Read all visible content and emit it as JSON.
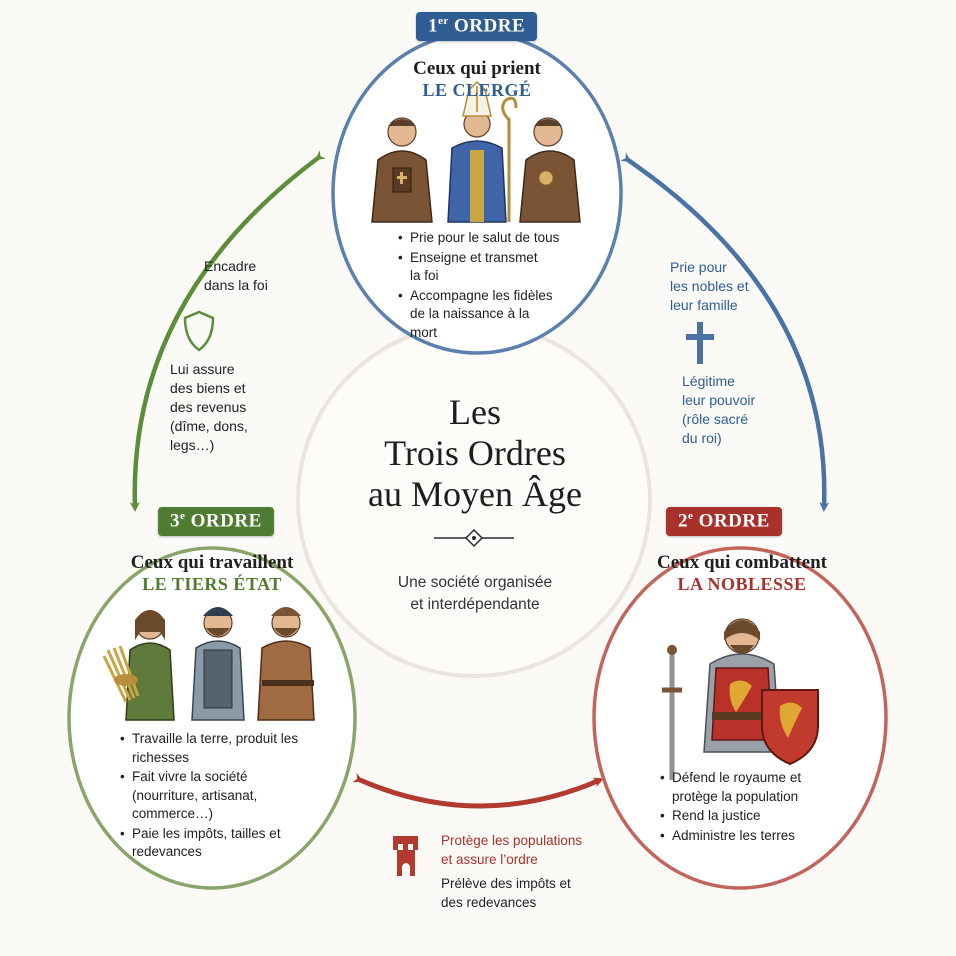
{
  "title_lines": [
    "Les",
    "Trois Ordres",
    "au Moyen Âge"
  ],
  "subtitle_lines": [
    "Une société organisée",
    "et interdépendante"
  ],
  "colors": {
    "clerge": "#2f5d93",
    "noblesse": "#a8322b",
    "tiers": "#4f7c31",
    "clerge_ring": "#5b7fae",
    "noblesse_ring": "#c2645c",
    "tiers_ring": "#8aa46a"
  },
  "orders": {
    "clerge": {
      "tag_num": "1",
      "tag_sup": "er",
      "tag_word": "ORDRE",
      "title": "Ceux qui prient",
      "name": "LE CLERGÉ",
      "bullets": [
        "Prie pour le salut de tous",
        "Enseigne et transmet la foi",
        "Accompagne les fidèles de la naissance à la mort"
      ]
    },
    "noblesse": {
      "tag_num": "2",
      "tag_sup": "e",
      "tag_word": "ORDRE",
      "title": "Ceux qui combattent",
      "name": "LA NOBLESSE",
      "bullets": [
        "Défend le royaume et protège la population",
        "Rend la justice",
        "Administre les terres"
      ]
    },
    "tiers": {
      "tag_num": "3",
      "tag_sup": "e",
      "tag_word": "ORDRE",
      "title": "Ceux qui travaillent",
      "name": "LE TIERS ÉTAT",
      "bullets": [
        "Travaille la terre, produit les richesses",
        "Fait vivre la société (nourriture, artisanat, commerce…)",
        "Paie les impôts, tailles et redevances"
      ]
    }
  },
  "relations": {
    "clerge_to_tiers": [
      "Encadre",
      "dans la foi"
    ],
    "tiers_to_clerge": [
      "Lui assure",
      "des biens et",
      "des revenus",
      "(dîme, dons,",
      "legs…)"
    ],
    "clerge_to_noblesse": [
      "Prie pour",
      "les nobles et",
      "leur famille"
    ],
    "noblesse_from_clerge": [
      "Légitime",
      "leur pouvoir",
      "(rôle sacré",
      "du roi)"
    ],
    "noblesse_to_tiers": [
      "Protège les populations",
      "et assure l’ordre"
    ],
    "tiers_from_noblesse": [
      "Prélève des impôts et",
      "des redevances"
    ]
  },
  "icons": [
    "shield-icon",
    "cross-icon",
    "castle-tower-icon",
    "ornament-divider-icon"
  ]
}
